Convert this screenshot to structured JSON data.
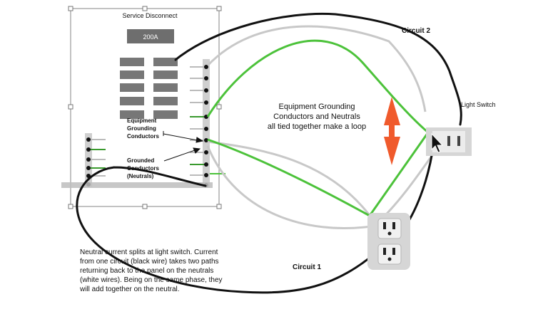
{
  "panel": {
    "title": "Service Disconnect",
    "main_breaker": "200A",
    "label_egc": [
      "Equipment",
      "Grounding",
      "Conductors"
    ],
    "label_neutral": [
      "Grounded",
      "Conductors",
      "(Neutrals)"
    ]
  },
  "circuits": {
    "circuit1": "Circuit 1",
    "circuit2": "Circuit 2"
  },
  "devices": {
    "light_switch": "Light Switch"
  },
  "loop_caption": [
    "Equipment Grounding",
    "Conductors and Neutrals",
    "all tied together make a loop"
  ],
  "note": [
    "Neutral current splits at light switch. Current",
    "from one circuit (black wire) takes two paths",
    "returning back to the panel on the neutrals",
    "(white wires). Being on the same phase, they",
    "will add together on the neutral."
  ],
  "colors": {
    "hot": "#111111",
    "neutral": "#c8c8c8",
    "ground": "#4cc23a",
    "arrow": "#f05a2c",
    "device": "#d6d6d6"
  },
  "icons": [
    "mouse-cursor-icon",
    "double-arrow-icon"
  ]
}
